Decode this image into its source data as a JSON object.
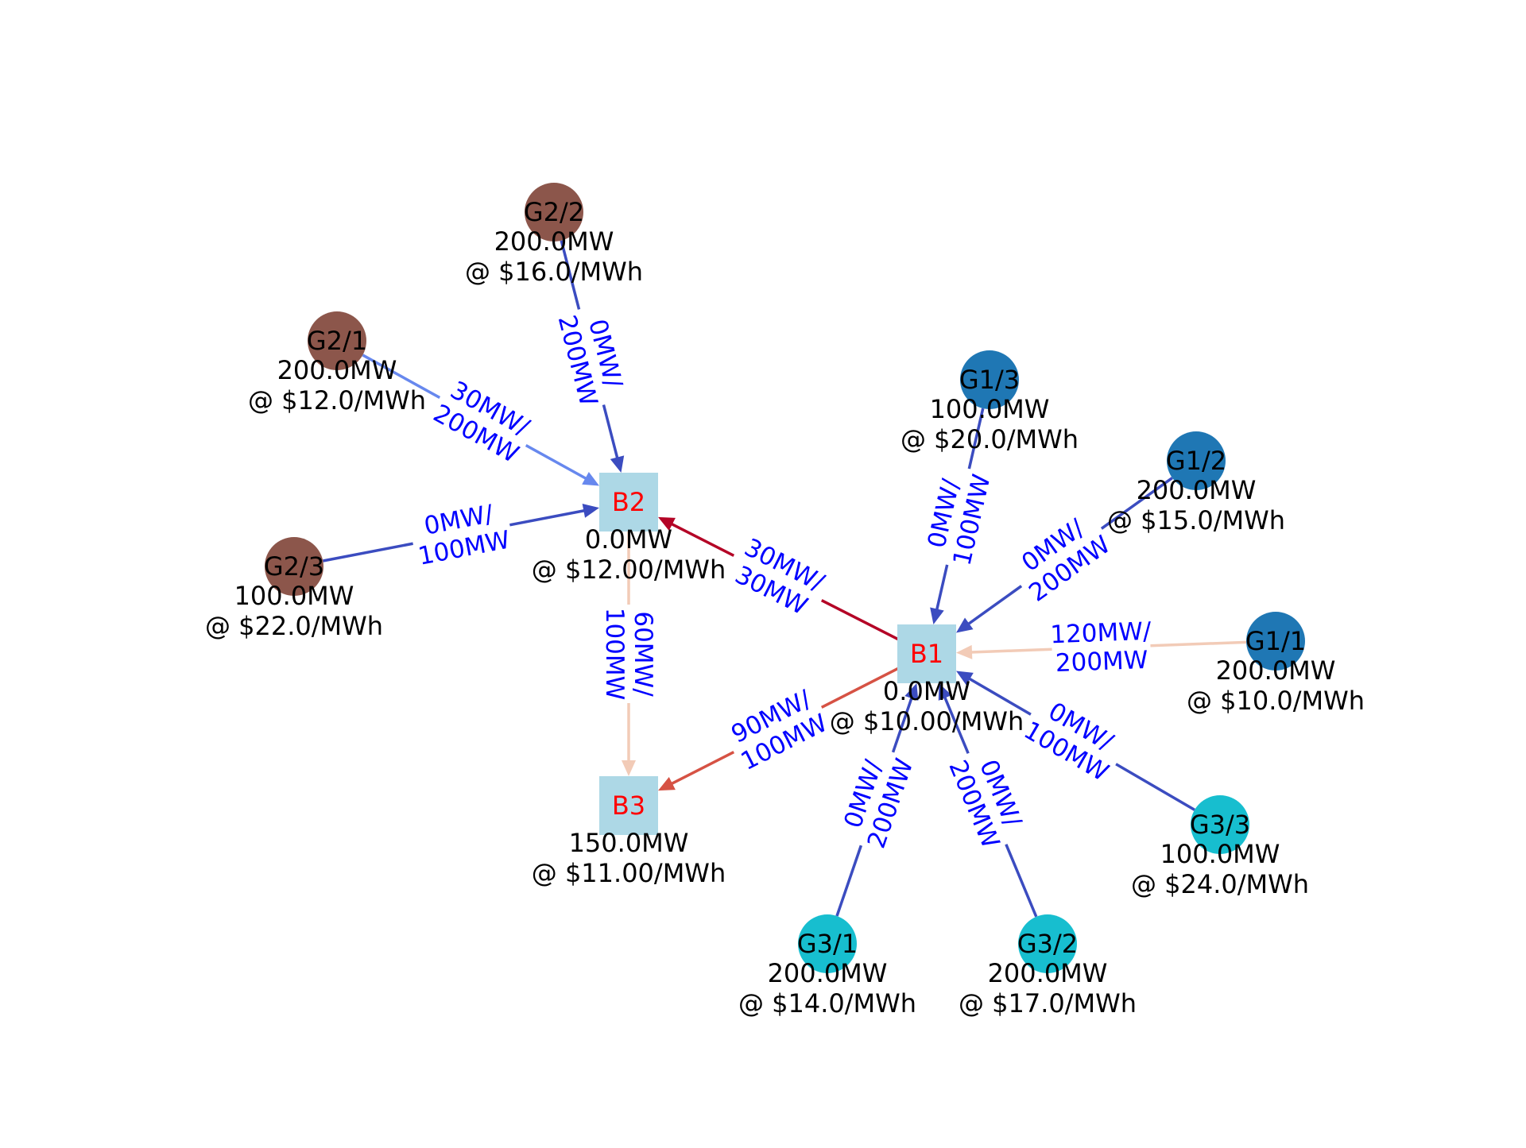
{
  "colors": {
    "bus_fill": "#add8e6",
    "bus_text": "#ff0000",
    "gen_group_1": "#1f77b4",
    "gen_group_2": "#8c564b",
    "gen_group_3": "#17becf",
    "edge_label": "#0000ff"
  },
  "buses": [
    {
      "id": "B1",
      "label": "B1",
      "power": "0.0MW",
      "price": "@ $10.00/MWh"
    },
    {
      "id": "B2",
      "label": "B2",
      "power": "0.0MW",
      "price": "@ $12.00/MWh"
    },
    {
      "id": "B3",
      "label": "B3",
      "power": "150.0MW",
      "price": "@ $11.00/MWh"
    }
  ],
  "generators": [
    {
      "id": "G1/1",
      "label": "G1/1",
      "group": 1,
      "capacity": "200.0MW",
      "price": "@ $10.0/MWh"
    },
    {
      "id": "G1/2",
      "label": "G1/2",
      "group": 1,
      "capacity": "200.0MW",
      "price": "@ $15.0/MWh"
    },
    {
      "id": "G1/3",
      "label": "G1/3",
      "group": 1,
      "capacity": "100.0MW",
      "price": "@ $20.0/MWh"
    },
    {
      "id": "G2/1",
      "label": "G2/1",
      "group": 2,
      "capacity": "200.0MW",
      "price": "@ $12.0/MWh"
    },
    {
      "id": "G2/2",
      "label": "G2/2",
      "group": 2,
      "capacity": "200.0MW",
      "price": "@ $16.0/MWh"
    },
    {
      "id": "G2/3",
      "label": "G2/3",
      "group": 2,
      "capacity": "100.0MW",
      "price": "@ $22.0/MWh"
    },
    {
      "id": "G3/1",
      "label": "G3/1",
      "group": 3,
      "capacity": "200.0MW",
      "price": "@ $14.0/MWh"
    },
    {
      "id": "G3/2",
      "label": "G3/2",
      "group": 3,
      "capacity": "200.0MW",
      "price": "@ $17.0/MWh"
    },
    {
      "id": "G3/3",
      "label": "G3/3",
      "group": 3,
      "capacity": "100.0MW",
      "price": "@ $24.0/MWh"
    }
  ],
  "edges": [
    {
      "from": "G2/2",
      "to": "B2",
      "flow": "0MW/",
      "capacity": "200MW",
      "color": "#3b4cc0"
    },
    {
      "from": "G2/1",
      "to": "B2",
      "flow": "30MW/",
      "capacity": "200MW",
      "color": "#6788ee"
    },
    {
      "from": "G2/3",
      "to": "B2",
      "flow": "0MW/",
      "capacity": "100MW",
      "color": "#3b4cc0"
    },
    {
      "from": "B1",
      "to": "B2",
      "flow": "30MW/",
      "capacity": "30MW",
      "color": "#b40426"
    },
    {
      "from": "B2",
      "to": "B3",
      "flow": "60MW/",
      "capacity": "100MW",
      "color": "#f2cbb7"
    },
    {
      "from": "B1",
      "to": "B3",
      "flow": "90MW/",
      "capacity": "100MW",
      "color": "#d65244"
    },
    {
      "from": "G1/3",
      "to": "B1",
      "flow": "0MW/",
      "capacity": "100MW",
      "color": "#3b4cc0"
    },
    {
      "from": "G1/2",
      "to": "B1",
      "flow": "0MW/",
      "capacity": "200MW",
      "color": "#3b4cc0"
    },
    {
      "from": "G1/1",
      "to": "B1",
      "flow": "120MW/",
      "capacity": "200MW",
      "color": "#f2cbb7"
    },
    {
      "from": "G3/3",
      "to": "B1",
      "flow": "0MW/",
      "capacity": "100MW",
      "color": "#3b4cc0"
    },
    {
      "from": "G3/1",
      "to": "B1",
      "flow": "0MW/",
      "capacity": "200MW",
      "color": "#3b4cc0"
    },
    {
      "from": "G3/2",
      "to": "B1",
      "flow": "0MW/",
      "capacity": "200MW",
      "color": "#3b4cc0"
    }
  ]
}
